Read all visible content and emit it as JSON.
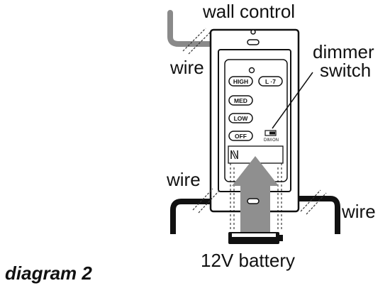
{
  "labels": {
    "wall_control": "wall control",
    "wire_top": "wire",
    "dimmer_line1": "dimmer",
    "dimmer_line2": "switch",
    "wire_left": "wire",
    "wire_right": "wire",
    "battery": "12V battery",
    "caption": "diagram 2"
  },
  "buttons": {
    "high": "HIGH",
    "light": "L ·7",
    "med": "MED",
    "low": "LOW",
    "off": "OFF"
  },
  "switch": {
    "dim": "DIM",
    "on": "ON"
  }
}
